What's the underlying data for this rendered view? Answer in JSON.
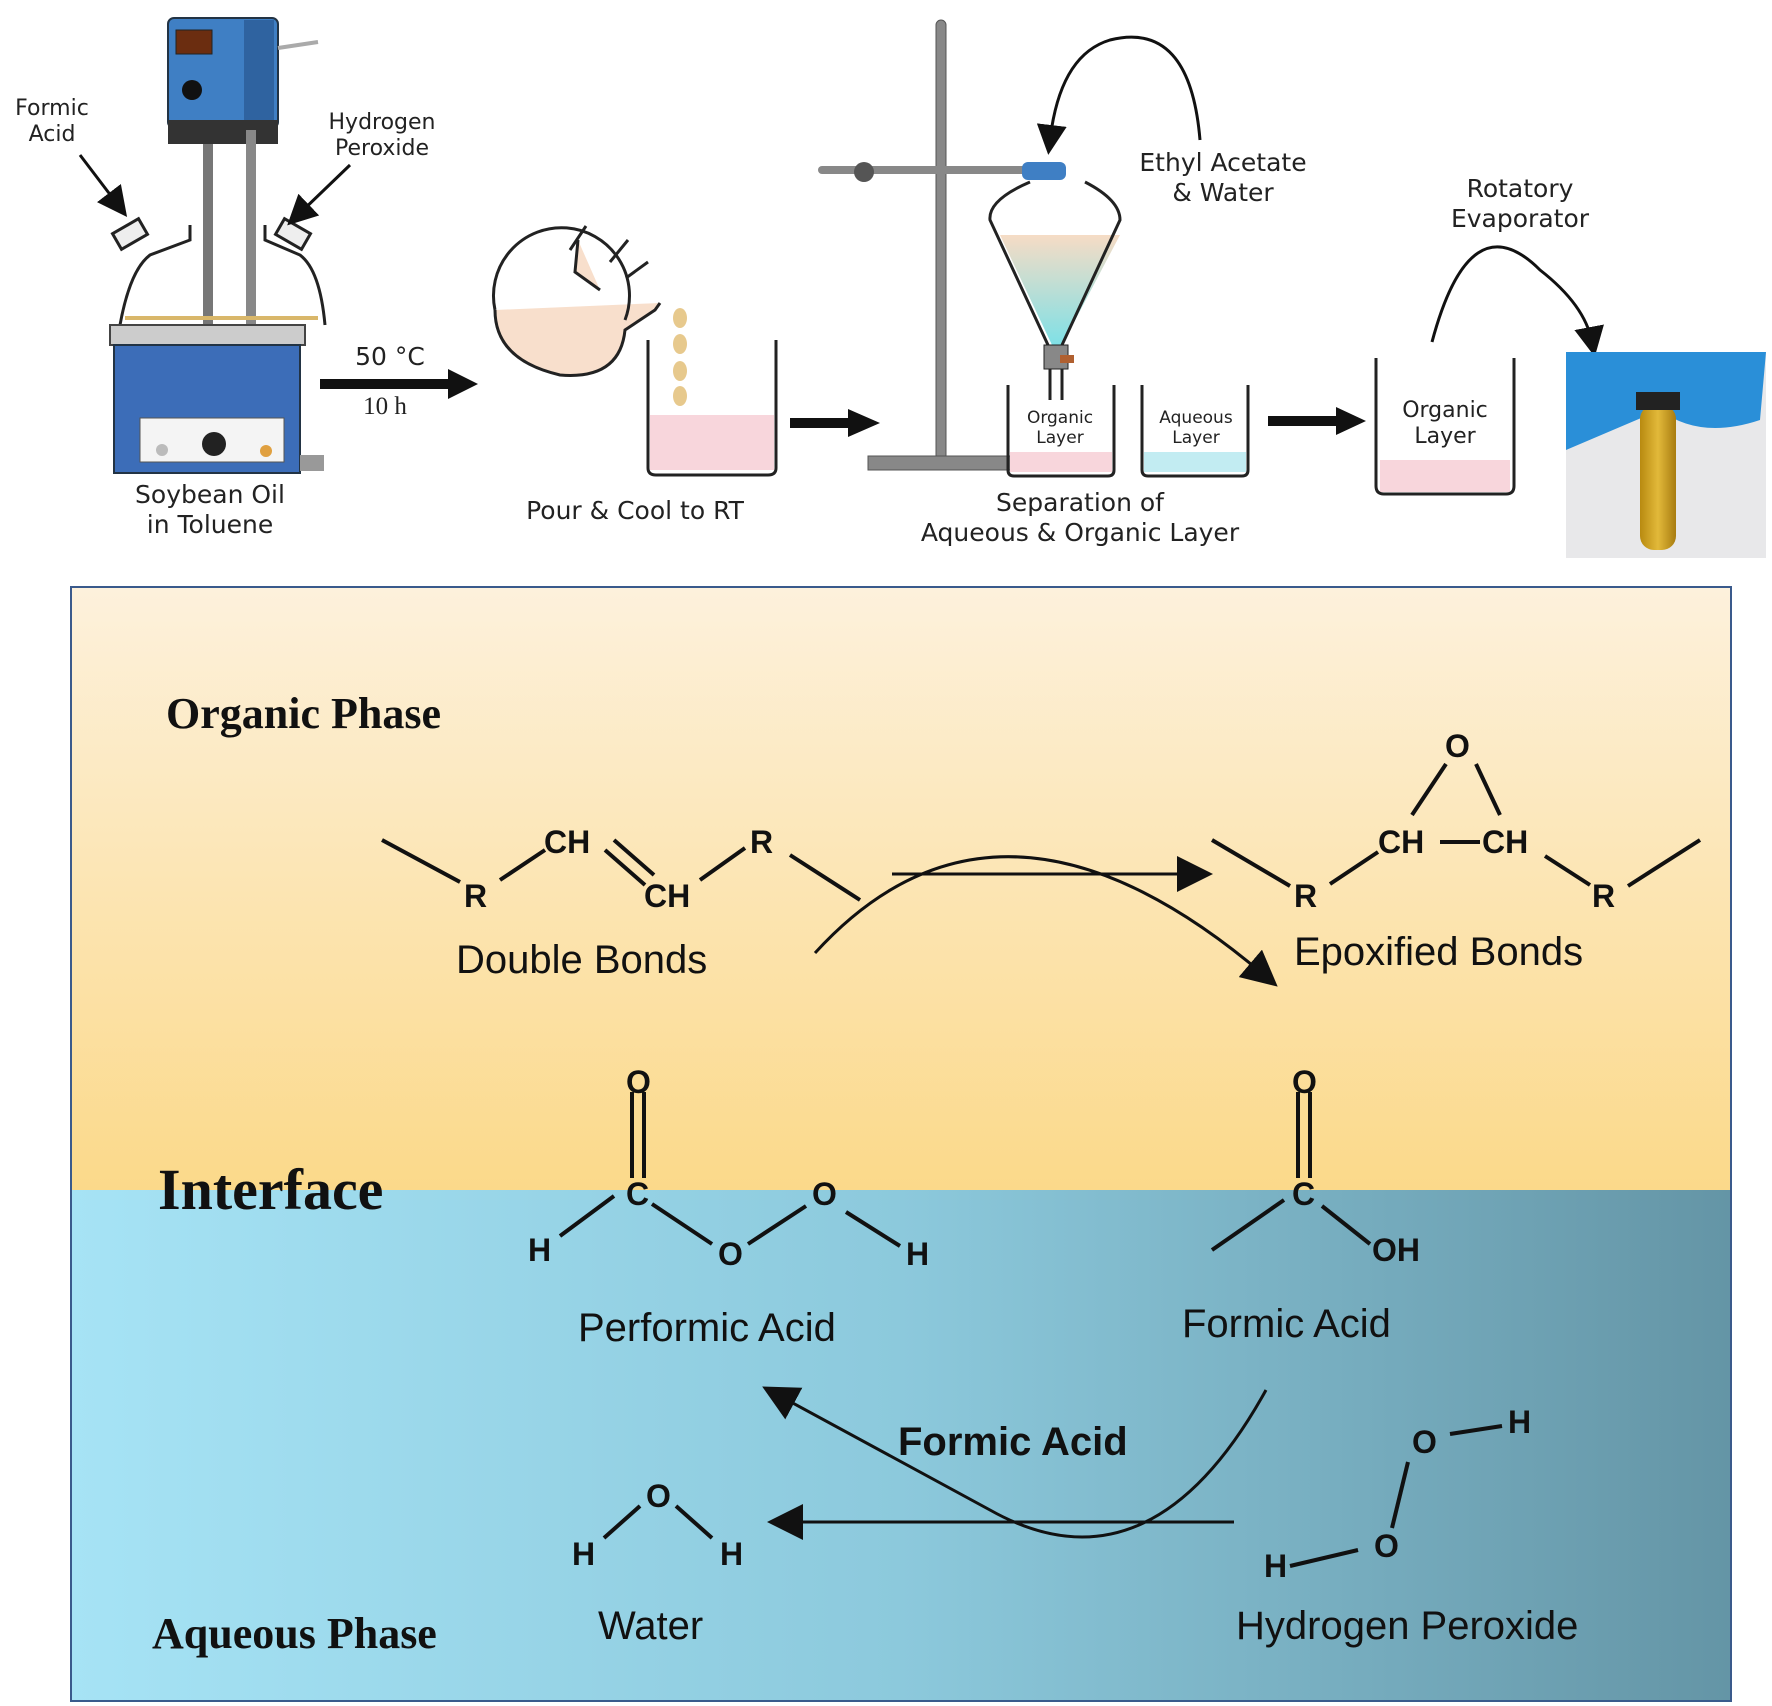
{
  "process": {
    "reactor": {
      "reagent_left": "Formic Acid",
      "reagent_left_lines": [
        "Formic",
        "Acid"
      ],
      "reagent_right_lines": [
        "Hydrogen",
        "Peroxide"
      ],
      "caption_lines": [
        "Soybean Oil",
        "in Toluene"
      ]
    },
    "condition": {
      "temperature": "50 °C",
      "time": "10 h"
    },
    "pour": {
      "caption": "Pour & Cool to RT"
    },
    "separation": {
      "solvent_lines": [
        "Ethyl Acetate",
        "& Water"
      ],
      "beaker_organic_lines": [
        "Organic",
        "Layer"
      ],
      "beaker_aqueous_lines": [
        "Aqueous",
        "Layer"
      ],
      "caption_lines": [
        "Separation of",
        "Aqueous & Organic Layer"
      ]
    },
    "evaporation": {
      "label_lines": [
        "Rotatory",
        "Evaporator"
      ],
      "beaker_lines": [
        "Organic",
        "Layer"
      ]
    }
  },
  "mechanism": {
    "phases": {
      "organic": "Organic Phase",
      "interface": "Interface",
      "aqueous": "Aqueous Phase"
    },
    "colors": {
      "organic_top": "#fdf1dc",
      "organic_bottom": "#fbd98a",
      "aqueous_left": "#a6e3f5",
      "aqueous_right": "#6495a6",
      "border": "#3a5a8c"
    },
    "molecules": {
      "double_bonds": "Double Bonds",
      "epoxified_bonds": "Epoxified Bonds",
      "performic_acid": "Performic Acid",
      "formic_acid": "Formic Acid",
      "water": "Water",
      "hydrogen_peroxide": "Hydrogen Peroxide"
    },
    "catalyst_label": "Formic Acid",
    "atoms": {
      "CH": "CH",
      "R": "R",
      "O": "O",
      "C": "C",
      "H": "H",
      "OH": "OH"
    }
  }
}
